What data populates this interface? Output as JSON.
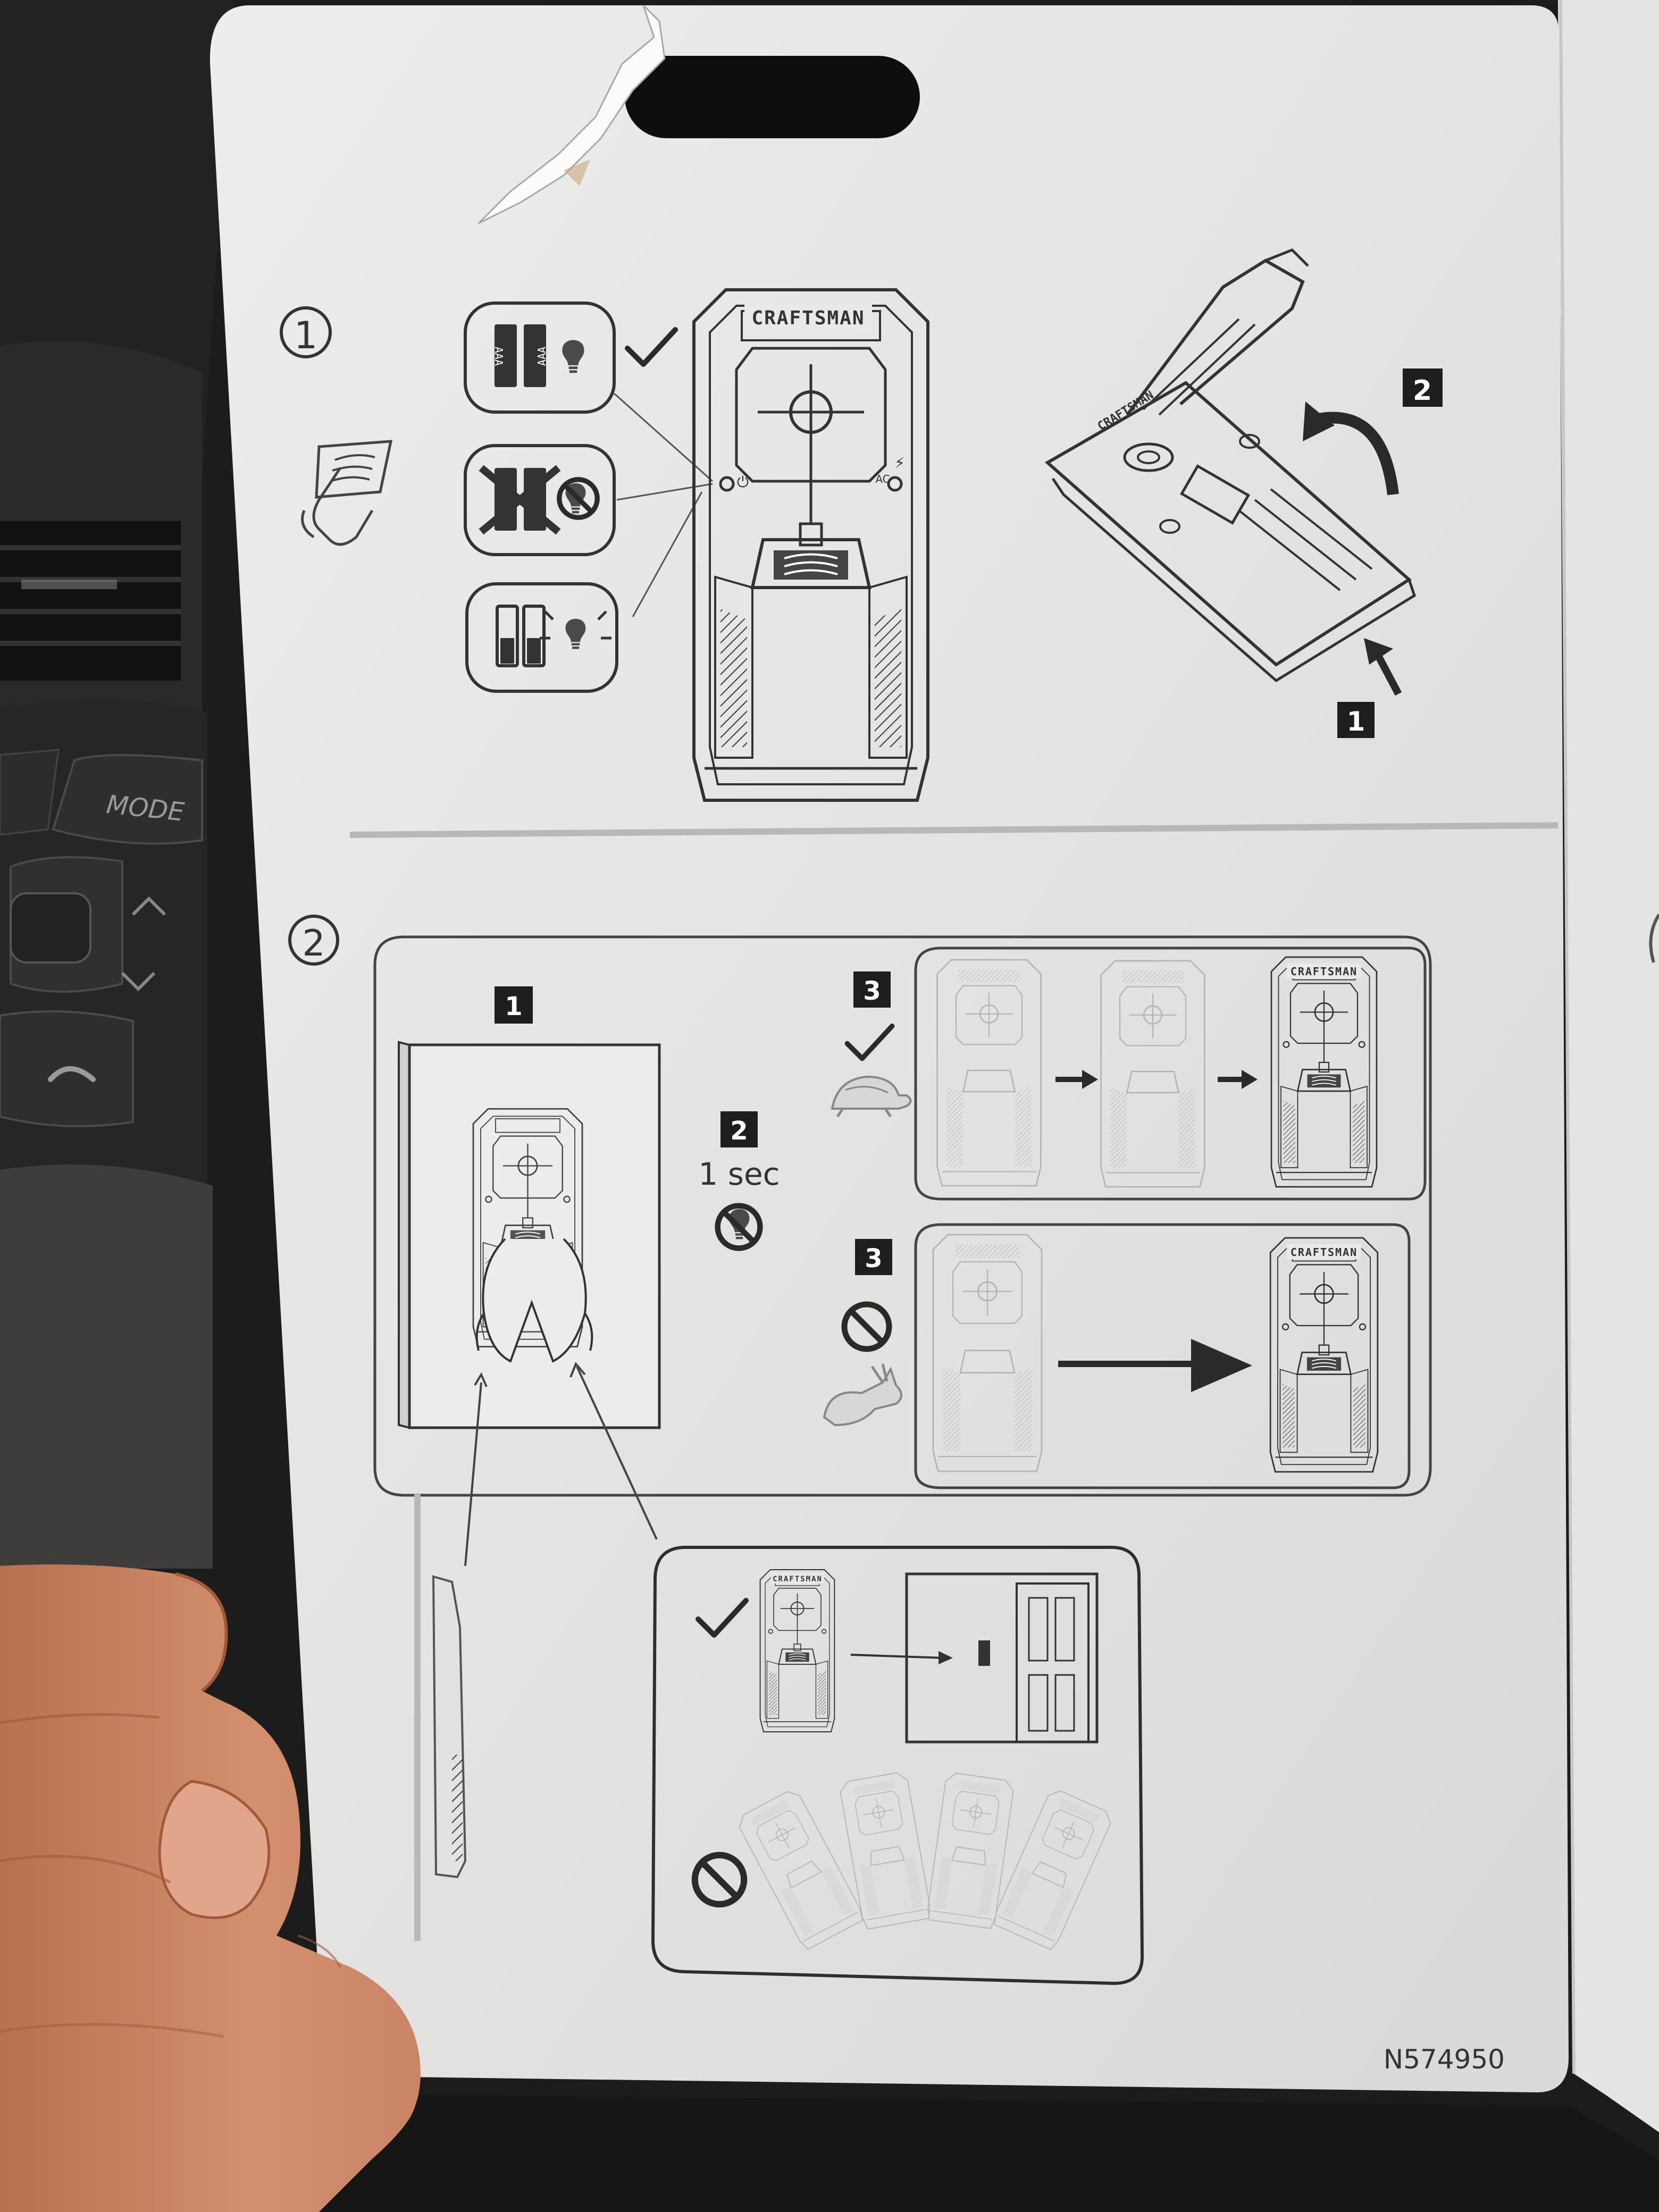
{
  "brand": {
    "name": "CRAFTSMAN"
  },
  "device_labels": {
    "ac": "AC",
    "power_symbol": "⏻",
    "lightning_symbol": "⚡"
  },
  "battery_labels": {
    "aaa_left": "AAA",
    "aaa_right": "AAA"
  },
  "section1": {
    "number": "①",
    "step_badges": [
      "2",
      "1"
    ]
  },
  "section2": {
    "number": "②",
    "step1_badge": "1",
    "step2_badge": "2",
    "step2_duration": "1 sec",
    "step3_badge_good": "3",
    "step3_badge_bad": "3"
  },
  "car": {
    "mode_button": "MODE"
  },
  "footer": {
    "part_number": "N574950"
  },
  "colors": {
    "card": "#e9e9e8",
    "line": "#3a3a3a",
    "faded": "#b4b4b4",
    "badge": "#1e1e1e",
    "separator": "#b8b8b8"
  },
  "icons": [
    "checkmark-icon",
    "no-symbol-icon",
    "turtle-icon",
    "rabbit-icon",
    "hand-icon",
    "bulb-icon",
    "arrow-icon"
  ]
}
